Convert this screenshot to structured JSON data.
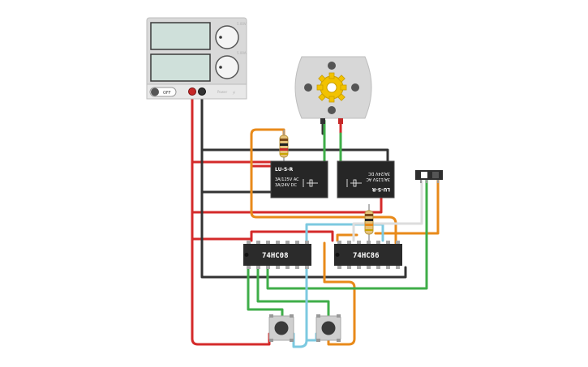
{
  "power_supply": {
    "off_label": "OFF",
    "voltage_knob_label": "5.00V",
    "current_knob_label": "5.00A",
    "brand_label": "Power"
  },
  "relays": [
    {
      "part": "LU-5-R",
      "line1": "3A/125V AC",
      "line2": "3A/24V  DC"
    },
    {
      "part": "LU-5-R",
      "line1": "3A/125V AC",
      "line2": "3A/24V  DC"
    }
  ],
  "chips": [
    {
      "label": "74HC08"
    },
    {
      "label": "74HC86"
    }
  ],
  "colors": {
    "wire_red": "#d42a2a",
    "wire_black": "#333333",
    "wire_orange": "#e88a1a",
    "wire_green": "#3fae49",
    "wire_cyan": "#7cc9e0",
    "wire_white": "#dddddd",
    "chip_body": "#2b2b2b",
    "motor_gear": "#f2c200"
  }
}
